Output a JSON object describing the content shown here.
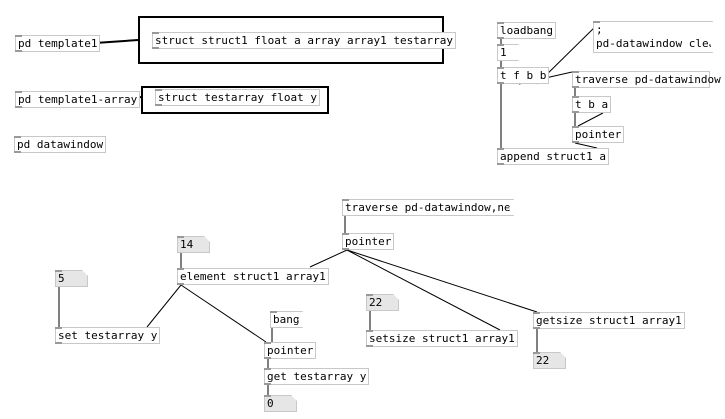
{
  "canvas": {
    "template1": "pd template1",
    "template1_array": "pd template1-array",
    "datawindow": "pd datawindow",
    "struct1": "struct struct1 float a array array1 testarray",
    "struct_testarray": "struct testarray float y",
    "loadbang": "loadbang",
    "one": "1",
    "tfbb": "t f b b",
    "semicolon": ";",
    "pd_clear": "pd-datawindow clear",
    "traverse": "traverse pd-datawindow",
    "tba": "t b a",
    "pointer_top": "pointer",
    "append": "append struct1 a",
    "traverse_next": "traverse pd-datawindow,next",
    "pointer_mid": "pointer",
    "num14": "14",
    "element": "element struct1 array1",
    "num5": "5",
    "set_testarray": "set testarray y",
    "bang": "bang",
    "pointer_low": "pointer",
    "get_testarray": "get testarray y",
    "num0": "0",
    "num22a": "22",
    "setsize": "setsize struct1 array1",
    "getsize": "getsize struct1 array1",
    "num22b": "22"
  }
}
